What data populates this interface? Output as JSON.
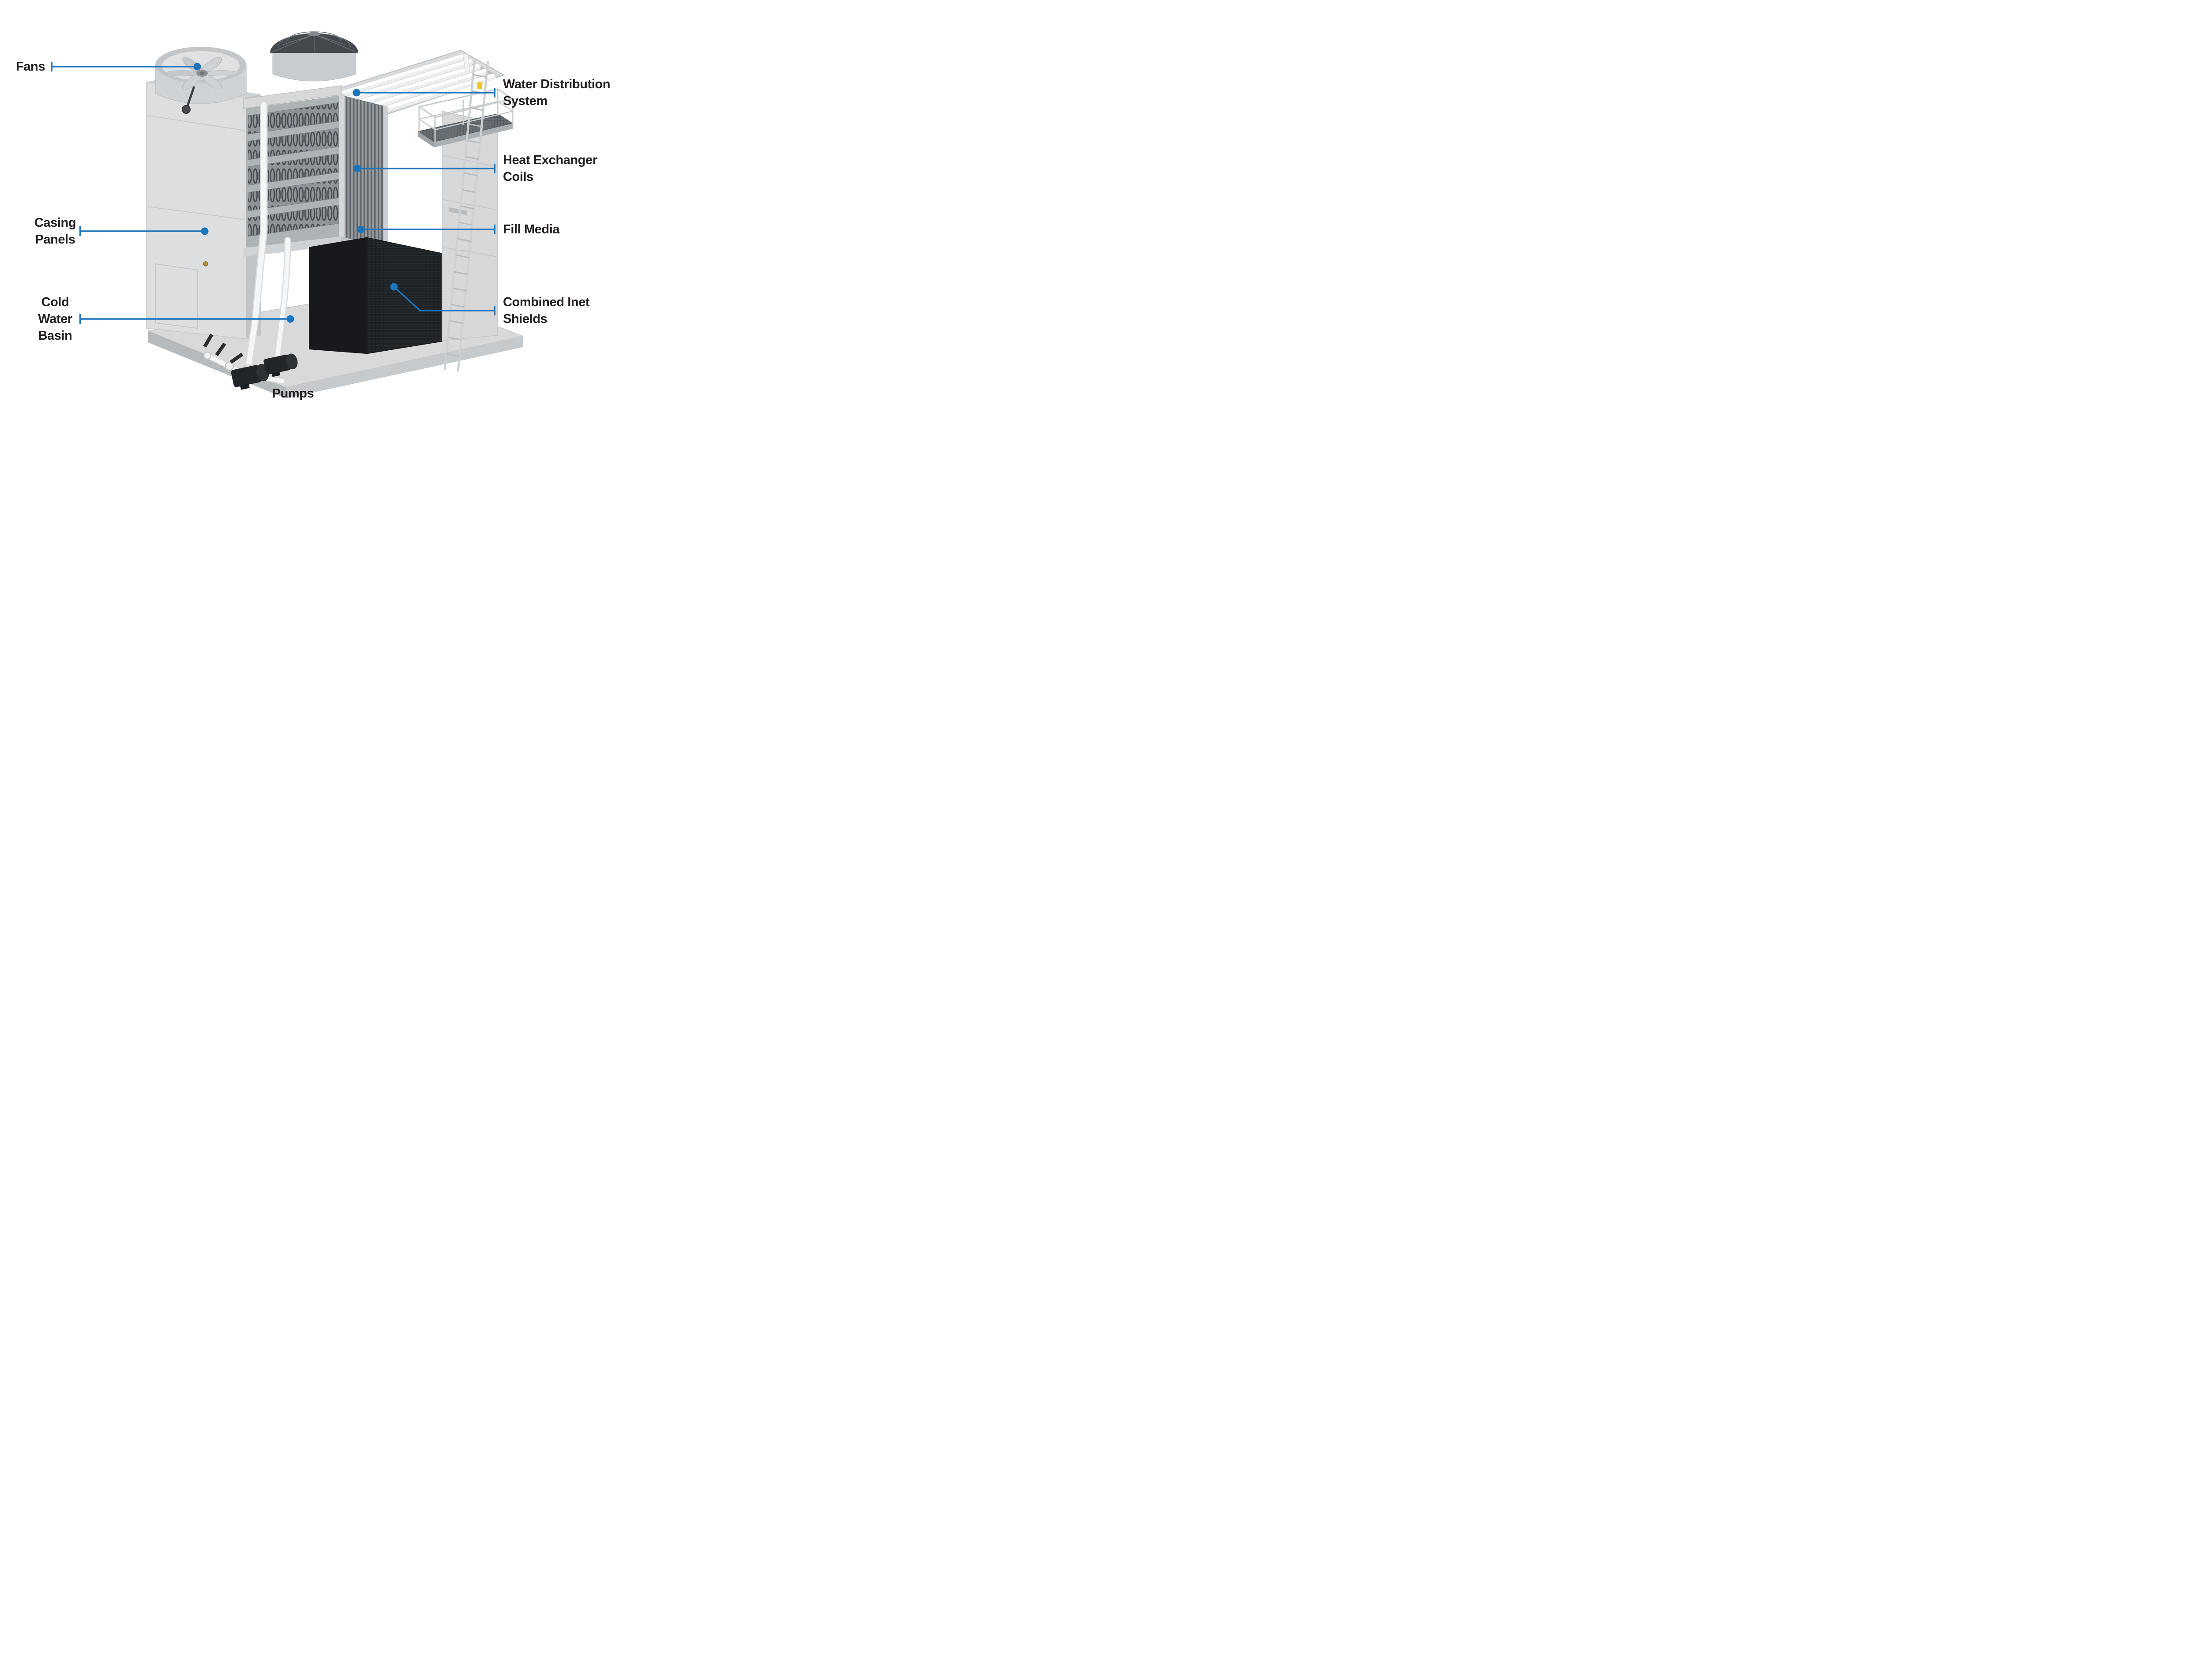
{
  "colors": {
    "accent": "#1b75bc",
    "text": "#231f20",
    "background": "#ffffff"
  },
  "labels": {
    "fans": {
      "lines": [
        "Fans"
      ]
    },
    "water_distribution_system": {
      "lines": [
        "Water Distribution",
        "System"
      ]
    },
    "heat_exchanger_coils": {
      "lines": [
        "Heat Exchanger",
        "Coils"
      ]
    },
    "fill_media": {
      "lines": [
        "Fill Media"
      ]
    },
    "combined_inlet_shields": {
      "lines": [
        "Combined Inet",
        "Shields"
      ]
    },
    "casing_panels": {
      "lines": [
        "Casing",
        "Panels"
      ]
    },
    "cold_water_basin": {
      "lines": [
        "Cold",
        "Water",
        "Basin"
      ]
    },
    "pumps": {
      "lines": [
        "Pumps"
      ]
    }
  }
}
